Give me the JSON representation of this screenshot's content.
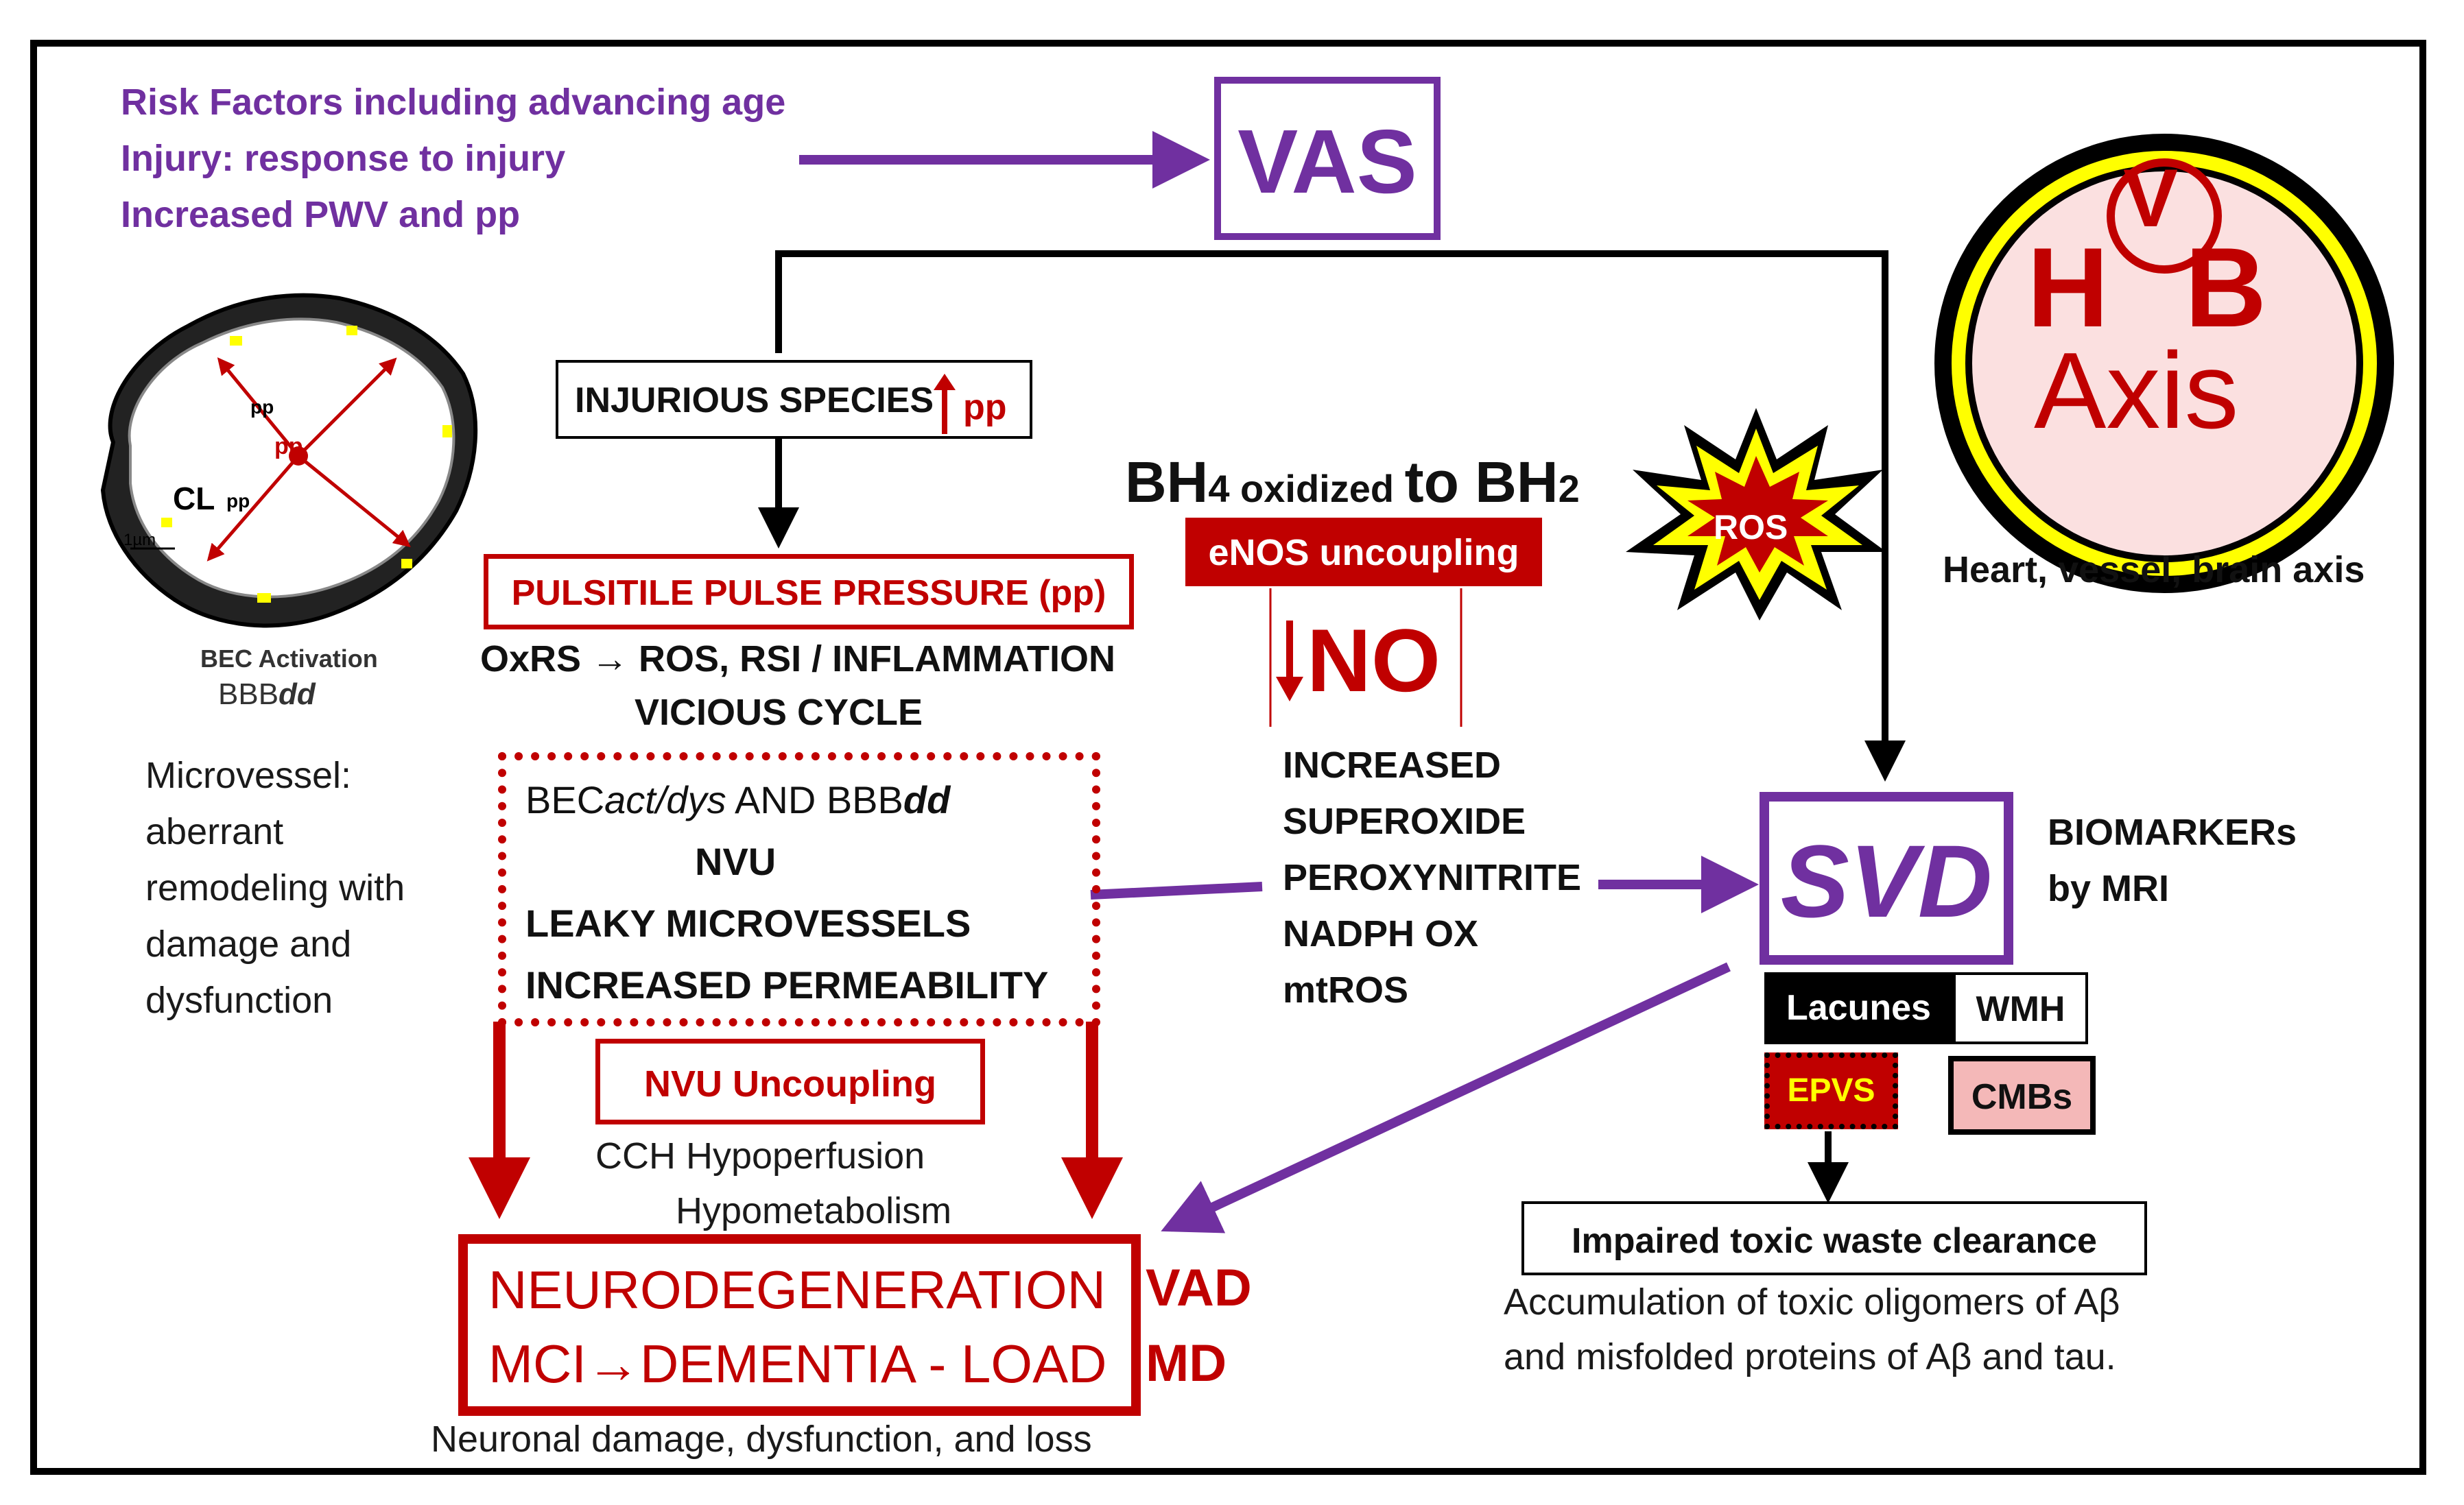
{
  "risk": {
    "line1": "Risk Factors including advancing age",
    "line2": "Injury: response to injury",
    "line3": "Increased PWV and pp"
  },
  "vas": "VAS",
  "hvb": {
    "v": "V",
    "h": "H",
    "b": "B",
    "axis": "Axis",
    "caption": "Heart, vessel, brain axis"
  },
  "micro": {
    "cl": "CL",
    "pp": "pp",
    "scale": "1µm",
    "activation": "BEC Activation",
    "bbb": "BBB",
    "bbb_dd": "dd",
    "desc1": "Microvessel:",
    "desc2": "aberrant",
    "desc3": "remodeling with",
    "desc4": "damage and",
    "desc5": "dysfunction"
  },
  "injurious": {
    "text": "INJURIOUS SPECIES",
    "pp": "pp"
  },
  "pulsatile": "PULSITILE PULSE PRESSURE (pp)",
  "oxrs": {
    "line1": "OxRS → ROS, RSI / INFLAMMATION",
    "line2": "VICIOUS CYCLE"
  },
  "becbox": {
    "l1a": "BEC",
    "l1b": "act/dys",
    "l1c": " AND BBB",
    "l1d": "dd",
    "l2": "NVU",
    "l3": "LEAKY MICROVESSELS",
    "l4": "INCREASED PERMEABILITY"
  },
  "nvu_uncoupling": "NVU Uncoupling",
  "cch": {
    "line1": "CCH Hypoperfusion",
    "line2": "Hypometabolism"
  },
  "neuro": {
    "line1": "NEURODEGENERATION",
    "line2": "MCI→DEMENTIA - LOAD"
  },
  "vad": "VAD",
  "md": "MD",
  "neuronal": "Neuronal damage, dysfunction, and loss",
  "bh": {
    "bh4": "BH",
    "sub4": "4",
    "mid": " oxidized ",
    "to": "to BH",
    "sub2": "2"
  },
  "enos": "eNOS uncoupling",
  "no": "NO",
  "increased": [
    "INCREASED",
    "SUPEROXIDE",
    "PEROXYNITRITE",
    "NADPH OX",
    "mtROS"
  ],
  "ros": "ROS",
  "svd": "SVD",
  "biomarkers": {
    "line1": "BIOMARKERs",
    "line2": "by MRI"
  },
  "lacunes": "Lacunes",
  "wmh": "WMH",
  "epvs": "EPVS",
  "cmbs": "CMBs",
  "impaired": "Impaired toxic waste clearance",
  "accum": {
    "line1": "Accumulation of toxic oligomers of Aβ",
    "line2": "and misfolded proteins of Aβ and tau."
  },
  "colors": {
    "purple": "#7030a0",
    "red": "#c00000",
    "yellow": "#ffff00",
    "pink": "#f4b8b8"
  }
}
